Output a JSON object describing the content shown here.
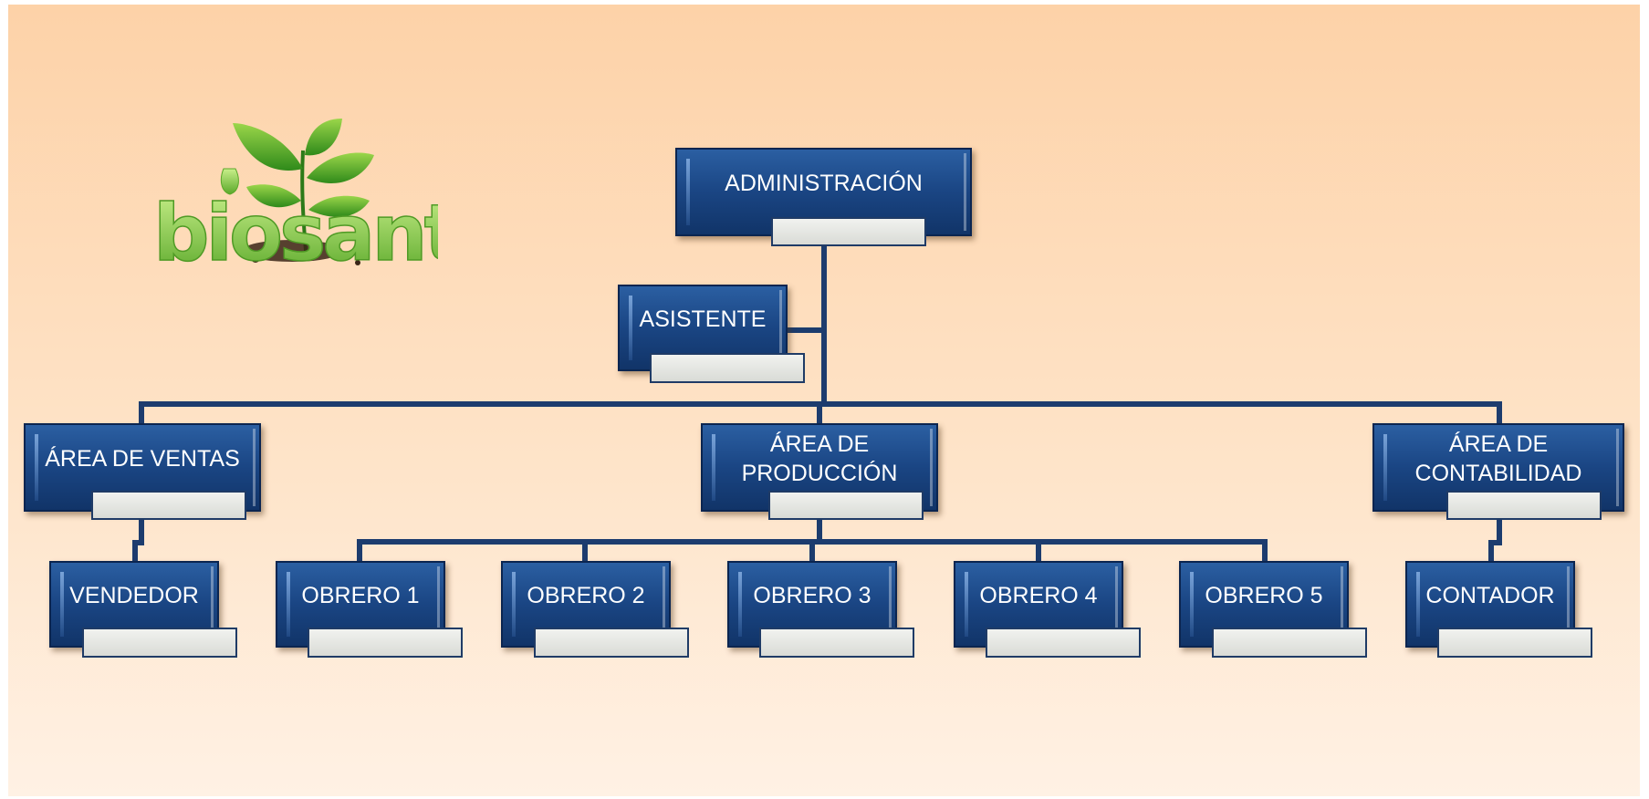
{
  "logo": {
    "text": "biosant"
  },
  "colors": {
    "node_fill": "#1a4583",
    "node_border": "#0b2550",
    "connector": "#1c3c6e",
    "subbox": "#e2e3e0",
    "background": "#fdd8b2"
  },
  "nodes": {
    "admin": "ADMINISTRACIÓN",
    "asistente": "ASISTENTE",
    "ventas": "ÁREA DE VENTAS",
    "produccion": [
      "ÁREA DE",
      "PRODUCCIÓN"
    ],
    "contabilidad": [
      "ÁREA DE",
      "CONTABILIDAD"
    ],
    "vendedor": "VENDEDOR",
    "obrero1": "OBRERO 1",
    "obrero2": "OBRERO 2",
    "obrero3": "OBRERO 3",
    "obrero4": "OBRERO 4",
    "obrero5": "OBRERO 5",
    "contador": "CONTADOR"
  }
}
